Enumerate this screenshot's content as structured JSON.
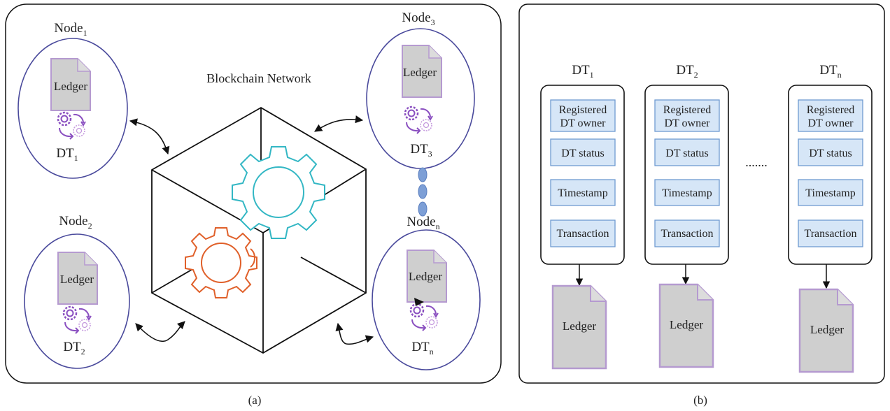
{
  "panel_a": {
    "caption": "(a)",
    "network_label": "Blockchain Network",
    "nodes": [
      {
        "node_base": "Node",
        "node_sub": "1",
        "ledger": "Ledger",
        "dt_base": "DT",
        "dt_sub": "1"
      },
      {
        "node_base": "Node",
        "node_sub": "2",
        "ledger": "Ledger",
        "dt_base": "DT",
        "dt_sub": "2"
      },
      {
        "node_base": "Node",
        "node_sub": "3",
        "ledger": "Ledger",
        "dt_base": "DT",
        "dt_sub": "3"
      },
      {
        "node_base": "Node",
        "node_sub": "n",
        "ledger": "Ledger",
        "dt_base": "DT",
        "dt_sub": "n"
      }
    ]
  },
  "panel_b": {
    "caption": "(b)",
    "ellipsis": ".......",
    "columns": [
      {
        "dt_base": "DT",
        "dt_sub": "1",
        "fields": [
          "Registered",
          "DT owner",
          "DT status",
          "Timestamp",
          "Transaction"
        ],
        "ledger": "Ledger"
      },
      {
        "dt_base": "DT",
        "dt_sub": "2",
        "fields": [
          "Registered",
          "DT owner",
          "DT status",
          "Timestamp",
          "Transaction"
        ],
        "ledger": "Ledger"
      },
      {
        "dt_base": "DT",
        "dt_sub": "n",
        "fields": [
          "Registered",
          "DT owner",
          "DT status",
          "Timestamp",
          "Transaction"
        ],
        "ledger": "Ledger"
      }
    ]
  },
  "colors": {
    "node_ellipse": "#4a4a9c",
    "ledger_fill": "#cfcfcf",
    "ledger_stroke": "#b59ad0",
    "dt_icon": "#8a4fc0",
    "gear_teal": "#33b7c4",
    "gear_orange": "#e0602a",
    "chain_link": "#7d9fd6",
    "field_fill": "#d6e6f7",
    "field_stroke": "#6f9bd1"
  }
}
